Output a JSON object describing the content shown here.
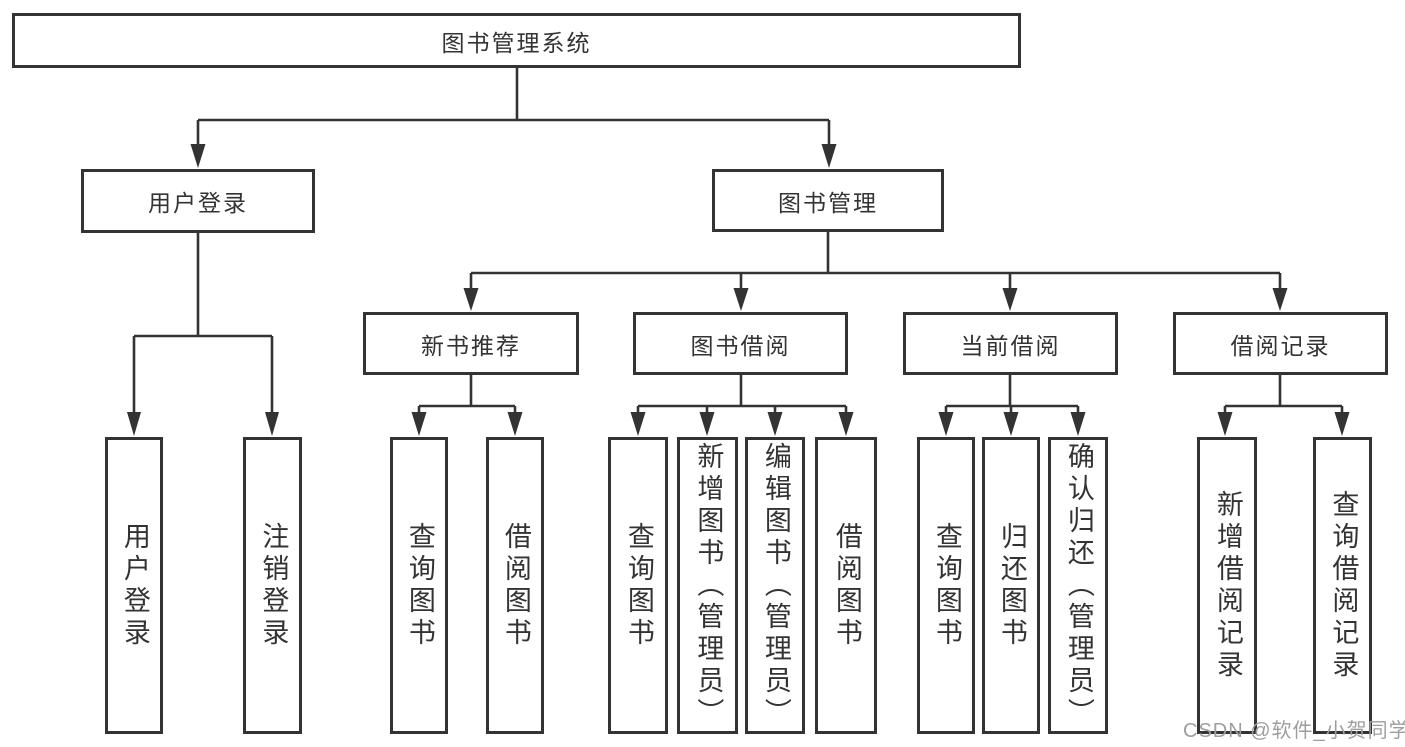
{
  "colors": {
    "line": "#333333",
    "text": "#333333",
    "watermark": "#9e9e9e",
    "bg": "#ffffff"
  },
  "tree": {
    "root": "图书管理系统",
    "level1": {
      "userLogin": "用户登录",
      "bookMgmt": "图书管理"
    },
    "level2": {
      "newBookRec": "新书推荐",
      "bookBorrow": "图书借阅",
      "currentBorrow": "当前借阅",
      "borrowRecords": "借阅记录"
    },
    "leaves": {
      "userLogin": [
        "用户登录",
        "注销登录"
      ],
      "newBookRec": [
        "查询图书",
        "借阅图书"
      ],
      "bookBorrow": [
        "查询图书",
        "新增图书（管理员）",
        "编辑图书（管理员）",
        "借阅图书"
      ],
      "currentBorrow": [
        "查询图书",
        "归还图书",
        "确认归还（管理员）"
      ],
      "borrowRecords": [
        "新增借阅记录",
        "查询借阅记录"
      ]
    }
  },
  "watermark": "CSDN @软件_小贺同学"
}
